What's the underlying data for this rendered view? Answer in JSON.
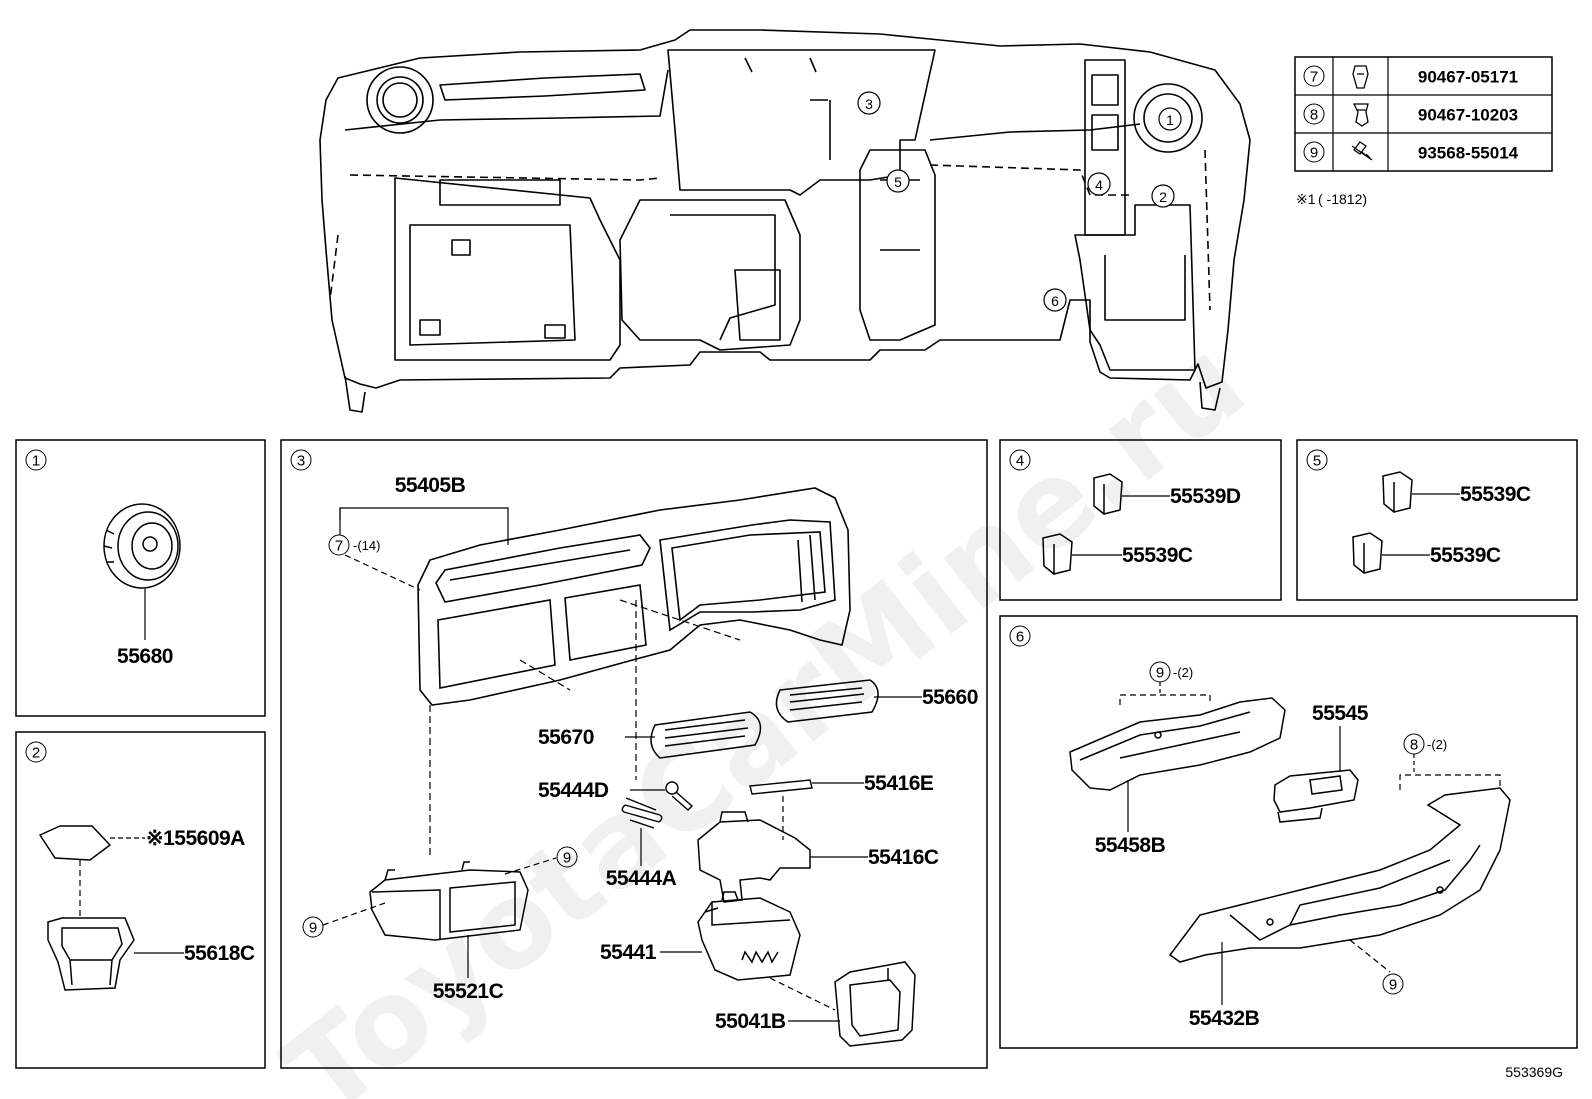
{
  "watermark": "ToyotaCarMine.ru",
  "diagram_code": "553369G",
  "fastener_table": [
    {
      "ref": "7",
      "part": "90467-05171",
      "icon": "clip-icon"
    },
    {
      "ref": "8",
      "part": "90467-10203",
      "icon": "clip-icon"
    },
    {
      "ref": "9",
      "part": "93568-55014",
      "icon": "screw-icon"
    }
  ],
  "footnote": {
    "mark": "※1",
    "text": "(      -1812)"
  },
  "overview_callouts": [
    "1",
    "2",
    "3",
    "4",
    "5",
    "6"
  ],
  "panels": {
    "p1": {
      "ref": "1",
      "parts": [
        "55680"
      ]
    },
    "p2": {
      "ref": "2",
      "parts": [
        "※155609A",
        "55618C"
      ]
    },
    "p3": {
      "ref": "3",
      "parts": [
        "55405B",
        "55660",
        "55670",
        "55444D",
        "55416E",
        "55444A",
        "55416C",
        "55521C",
        "55441",
        "55041B"
      ],
      "refs": {
        "r7": "7",
        "r7qty": "-(14)",
        "r9a": "9",
        "r9b": "9"
      }
    },
    "p4": {
      "ref": "4",
      "parts": [
        "55539D",
        "55539C"
      ]
    },
    "p5": {
      "ref": "5",
      "parts": [
        "55539C",
        "55539C"
      ]
    },
    "p6": {
      "ref": "6",
      "parts": [
        "55545",
        "55458B",
        "55432B"
      ],
      "refs": {
        "r9": "9",
        "r9qty": "-(2)",
        "r8": "8",
        "r8qty": "-(2)",
        "r9b": "9"
      }
    }
  }
}
